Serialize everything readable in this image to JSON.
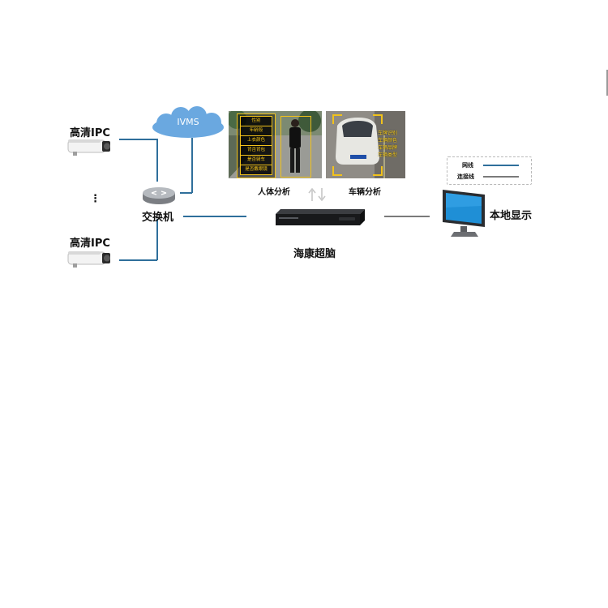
{
  "nodes": {
    "camera_top": "高清IPC",
    "camera_bottom": "高清IPC",
    "ellipsis": "⋮",
    "cloud": "IVMS",
    "switch": "交换机",
    "nvr": "海康超脑",
    "monitor": "本地显示"
  },
  "panels": {
    "human_caption": "人体分析",
    "vehicle_caption": "车辆分析",
    "human_tags": [
      "性别",
      "年龄段",
      "上衣颜色",
      "背否背包",
      "是否骑车",
      "是否戴眼镜"
    ],
    "vehicle_tags": [
      "车牌识别",
      "车辆颜色",
      "车辆品牌",
      "车辆类型"
    ]
  },
  "legend": {
    "network": "网线",
    "connection": "连接线"
  },
  "colors": {
    "network_line": "#2f6f9b",
    "connection_line": "#7a7a7a",
    "cloud": "#6aa8e0",
    "tag_border": "#f1c21b"
  }
}
